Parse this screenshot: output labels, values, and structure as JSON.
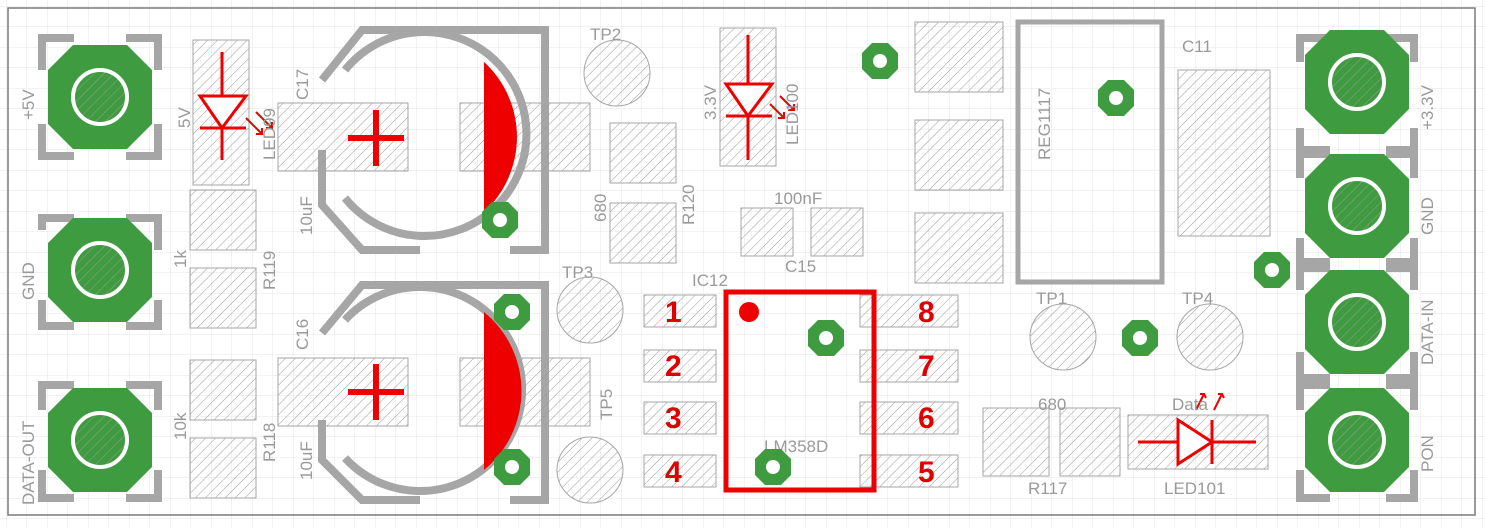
{
  "colors": {
    "background": "#ffffff",
    "grid": "#e4e4e4",
    "silk": "#a6a6a6",
    "hatch": "#9a9a9a",
    "pad_fill": "#3f9b3f",
    "pad_border": "#8a8a8a",
    "highlight": "#ee0000"
  },
  "connectors_left": [
    {
      "label": "+5V"
    },
    {
      "label": "GND"
    },
    {
      "label": "DATA-OUT"
    }
  ],
  "connectors_right": [
    {
      "label": "+3.3V"
    },
    {
      "label": "GND"
    },
    {
      "label": "DATA-IN"
    },
    {
      "label": "PON"
    }
  ],
  "leds": {
    "led99": {
      "name": "LED99",
      "value": "5V"
    },
    "led100": {
      "name": "LED100",
      "value": "3.3V"
    },
    "led101": {
      "name": "LED101",
      "value": "Data"
    }
  },
  "capacitors": {
    "c17": {
      "name": "C17",
      "value": "10uF"
    },
    "c16": {
      "name": "C16",
      "value": "10uF"
    },
    "c15": {
      "name": "C15",
      "value": "100nF"
    },
    "c11": {
      "name": "C11"
    }
  },
  "resistors": {
    "r119": {
      "name": "R119",
      "value": "1k"
    },
    "r118": {
      "name": "R118",
      "value": "10k"
    },
    "r120": {
      "name": "R120",
      "value": "680"
    },
    "r117": {
      "name": "R117",
      "value": "680"
    }
  },
  "test_points": {
    "tp1": "TP1",
    "tp2": "TP2",
    "tp3": "TP3",
    "tp4": "TP4",
    "tp5": "TP5"
  },
  "ic12": {
    "name": "IC12",
    "part": "LM358D",
    "pins_left": [
      "1",
      "2",
      "3",
      "4"
    ],
    "pins_right": [
      "8",
      "7",
      "6",
      "5"
    ]
  },
  "regulator": {
    "name": "REG1117"
  }
}
